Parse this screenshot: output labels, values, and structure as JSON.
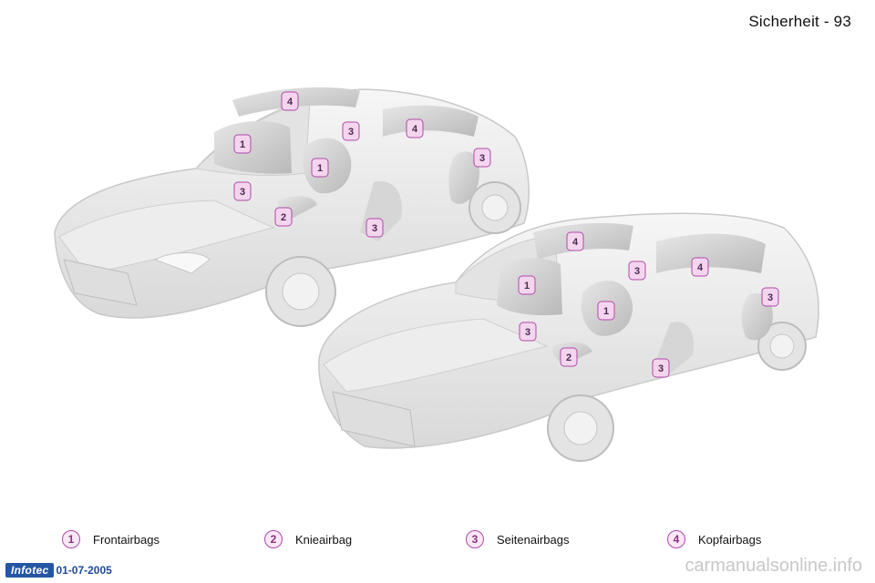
{
  "header": {
    "page_title": "Sicherheit - 93"
  },
  "illustration": {
    "marker_labels": [
      "1",
      "2",
      "3",
      "4"
    ],
    "colors": {
      "marker": "#b04aa8",
      "marker_fill": "#f4d5ee",
      "car_body": "#ececec",
      "outline": "#c9c9c9"
    }
  },
  "legend": [
    {
      "number": "1",
      "label": "Frontairbags"
    },
    {
      "number": "2",
      "label": "Knieairbag"
    },
    {
      "number": "3",
      "label": "Seitenairbags"
    },
    {
      "number": "4",
      "label": "Kopfairbags"
    }
  ],
  "footer": {
    "logo_text": "Infotec",
    "date": "01-07-2005"
  },
  "watermark": "carmanualsonline.info"
}
